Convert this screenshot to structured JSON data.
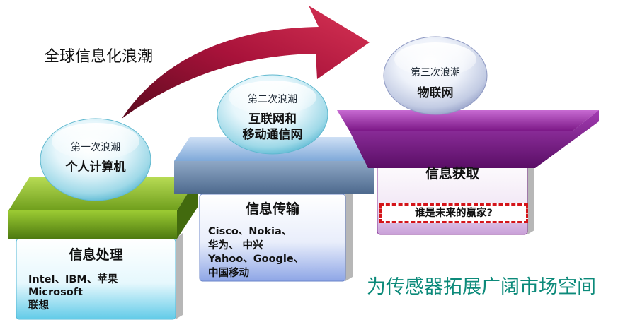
{
  "wave_title": "全球信息化浪潮",
  "waves": [
    {
      "bubble_top": "第一次浪潮",
      "bubble_lines": [
        "个人计算机"
      ],
      "stage_title": "信息处理",
      "desc_lines": [
        "Intel、IBM、苹果",
        "Microsoft",
        "联想"
      ]
    },
    {
      "bubble_top": "第二次浪潮",
      "bubble_lines": [
        "互联网和",
        "移动通信网"
      ],
      "stage_title": "信息传输",
      "desc_lines": [
        "Cisco、Nokia、",
        "华为、 中兴",
        "Yahoo、Google、",
        "中国移动"
      ]
    },
    {
      "bubble_top": "第三次浪潮",
      "bubble_lines": [
        "物联网"
      ],
      "stage_title": "信息获取",
      "question": "谁是未来的赢家?"
    }
  ],
  "tagline": "为传感器拓展广阔市场空间",
  "colors": {
    "step1_top": "#8fbe2a",
    "step2_top": "#7fa9d9",
    "step3_top": "#9a2aa8",
    "arrow": "#a8123a",
    "question_border": "#d4141a",
    "tagline": "#0c8a7a"
  }
}
